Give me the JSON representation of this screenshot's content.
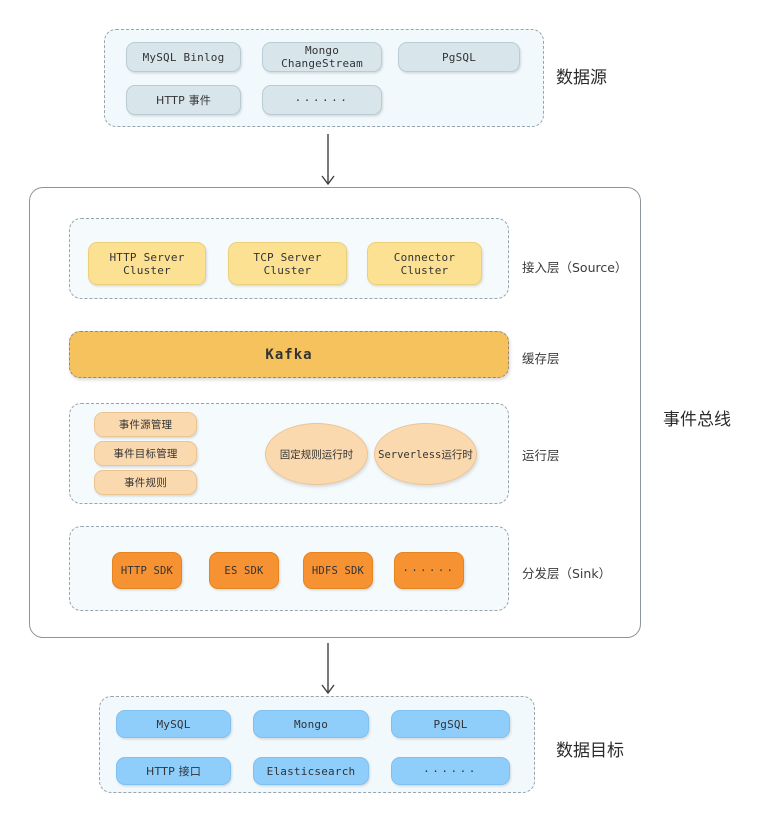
{
  "diagram": {
    "title_event_bus": "事件总线",
    "source_section_label": "数据源",
    "target_section_label": "数据目标"
  },
  "data_source": {
    "label": "数据源",
    "items": [
      {
        "name": "mysql-binlog",
        "label": "MySQL Binlog"
      },
      {
        "name": "mongo-changestream",
        "label": "Mongo ChangeStream"
      },
      {
        "name": "pgsql",
        "label": "PgSQL"
      },
      {
        "name": "http-event",
        "label": "HTTP 事件"
      },
      {
        "name": "more",
        "label": "······"
      }
    ]
  },
  "event_bus": {
    "title": "事件总线",
    "layers": [
      {
        "key": "source",
        "side_label": "接入层（Source）",
        "items": [
          {
            "name": "http-server-cluster",
            "label": "HTTP Server Cluster"
          },
          {
            "name": "tcp-server-cluster",
            "label": "TCP Server Cluster"
          },
          {
            "name": "connector-cluster",
            "label": "Connector Cluster"
          }
        ]
      },
      {
        "key": "cache",
        "side_label": "缓存层",
        "items": [
          {
            "name": "kafka",
            "label": "Kafka"
          }
        ]
      },
      {
        "key": "runtime",
        "side_label": "运行层",
        "items": [
          {
            "name": "event-source-management",
            "label": "事件源管理"
          },
          {
            "name": "event-target-management",
            "label": "事件目标管理"
          },
          {
            "name": "event-rules",
            "label": "事件规则"
          },
          {
            "name": "fixed-rule-runtime",
            "label": "固定规则运行时"
          },
          {
            "name": "serverless-runtime",
            "label": "Serverless运行时"
          }
        ]
      },
      {
        "key": "sink",
        "side_label": "分发层（Sink）",
        "items": [
          {
            "name": "http-sdk",
            "label": "HTTP SDK"
          },
          {
            "name": "es-sdk",
            "label": "ES SDK"
          },
          {
            "name": "hdfs-sdk",
            "label": "HDFS SDK"
          },
          {
            "name": "more",
            "label": "······"
          }
        ]
      }
    ]
  },
  "data_target": {
    "label": "数据目标",
    "items": [
      {
        "name": "mysql",
        "label": "MySQL"
      },
      {
        "name": "mongo",
        "label": "Mongo"
      },
      {
        "name": "pgsql",
        "label": "PgSQL"
      },
      {
        "name": "http-api",
        "label": "HTTP 接口"
      },
      {
        "name": "elasticsearch",
        "label": "Elasticsearch"
      },
      {
        "name": "more",
        "label": "······"
      }
    ]
  },
  "colors": {
    "source_box": "#d8e6ec",
    "target_box": "#8fcdfb",
    "access_box": "#fce193",
    "kafka_box": "#f6c25e",
    "runtime_box": "#fbd9ae",
    "sink_box": "#f79232",
    "group_bg": "#f5fafd",
    "group_border": "#9aa4ad",
    "container_border": "#8c949c",
    "arrow": "#3f3f3f"
  }
}
